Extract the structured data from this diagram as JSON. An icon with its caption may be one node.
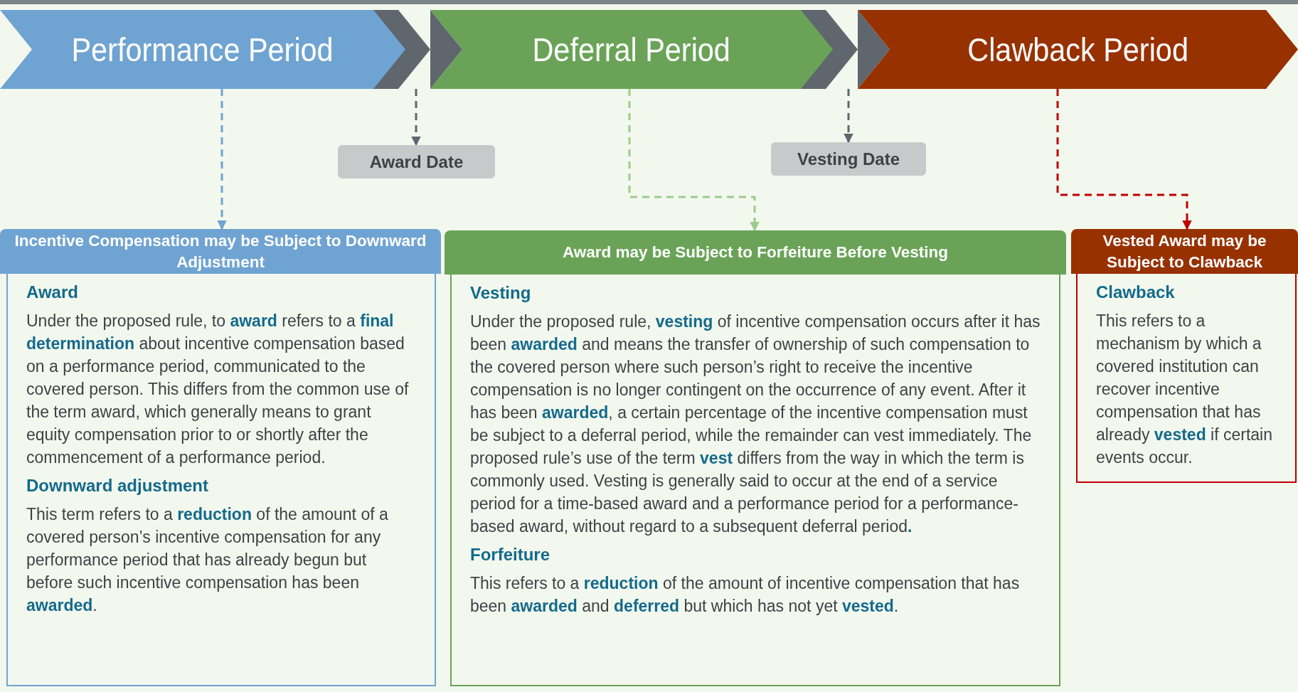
{
  "diagram": {
    "nodes": [
      {
        "text": [
          "Performance Period"
        ]
      },
      {
        "text": [
          "Deferral Period"
        ]
      },
      {
        "text": [
          "Clawback Period"
        ]
      },
      {
        "text": [
          "Award Date"
        ]
      },
      {
        "text": [
          "Vesting Date"
        ]
      },
      {
        "text": [
          "Incentive Compensation may be Subject to Downward Adjustment",
          "Award",
          "Under the proposed rule, to **award** refers to a **final determination** about incentive compensation based on a performance period, communicated to the covered person.  This differs from the common use of the term award, which generally means to grant equity compensation prior to or shortly after the commencement of a performance period.",
          "Downward adjustment",
          "This term refers to a **reduction** of the amount of a covered person’s incentive compensation for any performance period that has already begun but before such incentive compensation has been **awarded**."
        ]
      },
      {
        "text": [
          "Award may be Subject to Forfeiture Before Vesting",
          "Vesting",
          "Under the proposed rule, **vesting** of incentive compensation occurs after it has been **awarded** and means the transfer of ownership of such compensation to the covered person where such person’s right to receive the incentive compensation is no longer contingent on the occurrence of any event.  After it has been **awarded**, a certain percentage of the incentive compensation must be subject to a deferral period, while the remainder can vest immediately.  The proposed rule’s use of the term **vest** differs from the way in which the term is commonly used.  Vesting is generally said to occur at the end of a service period for a time-based award and a performance period for a performance-based award, without regard to a subsequent deferral period**.**",
          "Forfeiture",
          "This refers to a **reduction** of the amount of incentive compensation that has been **awarded** and **deferred** but which has not yet **vested**."
        ]
      },
      {
        "text": [
          "Vested Award may be Subject to Clawback",
          "Clawback",
          "This refers to a mechanism by which a covered institution can recover incentive compensation that has already **vested** if certain events occur."
        ]
      }
    ],
    "edges": [
      {
        "from": 0,
        "to": 5,
        "arrow": "to",
        "style": "dashed",
        "color": "#6fa3d2"
      },
      {
        "from": 0,
        "to": 3,
        "arrow": "to",
        "style": "dashed",
        "color": "#5f666d"
      },
      {
        "from": 1,
        "to": 6,
        "arrow": "to",
        "style": "dashed",
        "color": "#9ccb8c"
      },
      {
        "from": 1,
        "to": 4,
        "arrow": "to",
        "style": "dashed",
        "color": "#5f666d"
      },
      {
        "from": 2,
        "to": 7,
        "arrow": "to",
        "style": "dashed",
        "color": "#c00000"
      }
    ]
  }
}
